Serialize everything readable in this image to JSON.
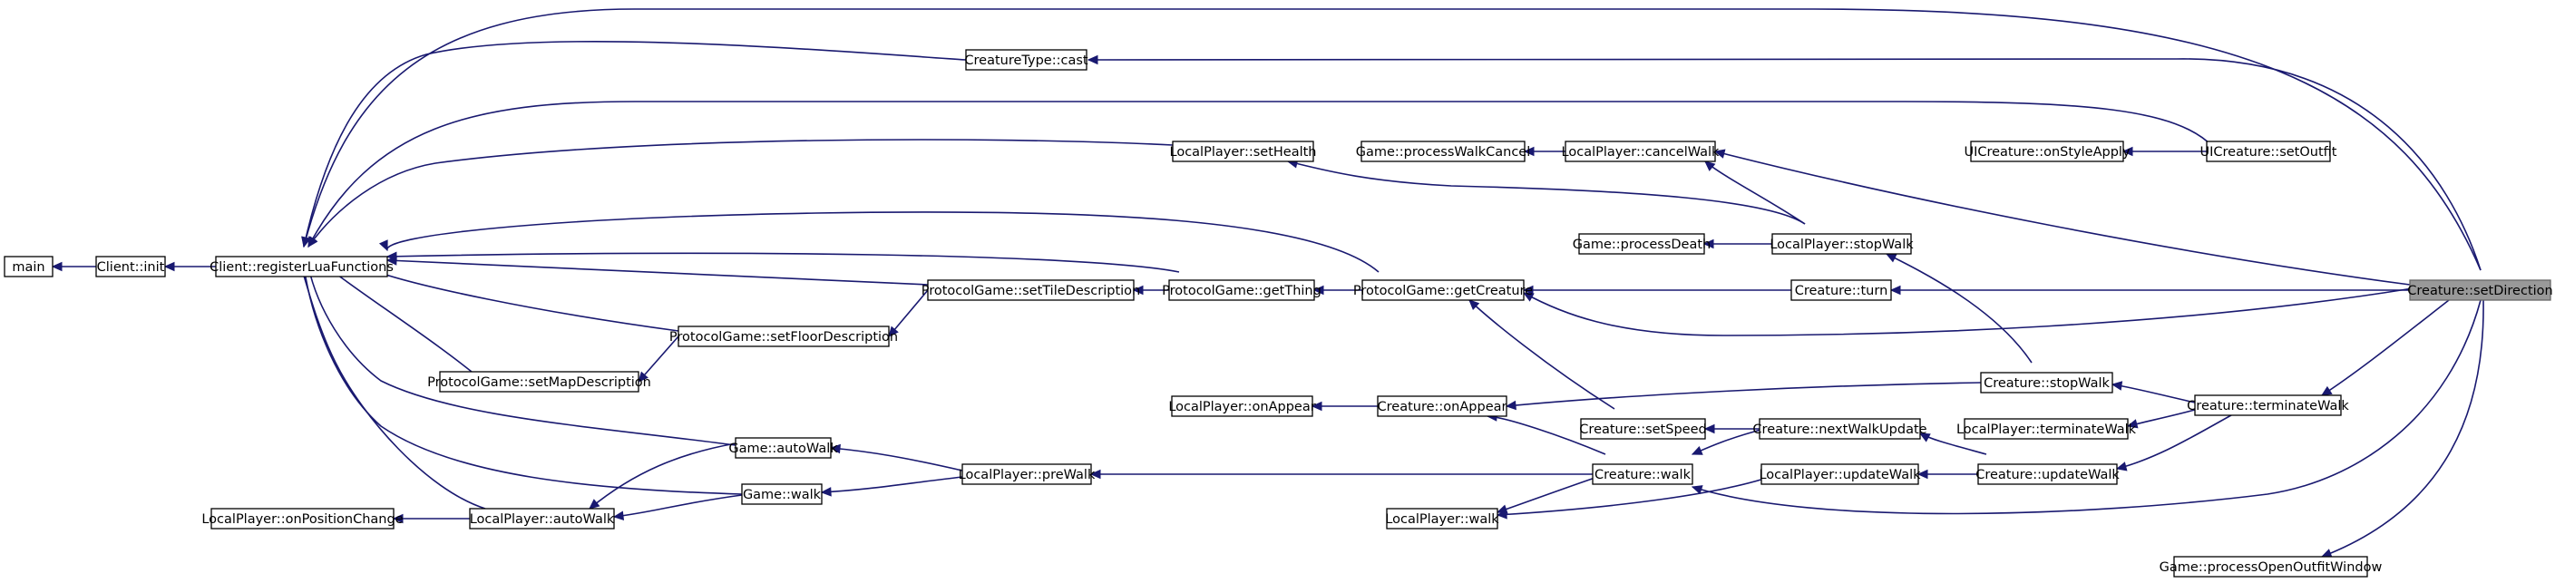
{
  "target_node": "Creature::setDirection",
  "nodes": [
    {
      "id": "main",
      "label": "main"
    },
    {
      "id": "client_init",
      "label": "Client::init"
    },
    {
      "id": "client_register",
      "label": "Client::registerLuaFunctions"
    },
    {
      "id": "creaturetype_cast",
      "label": "CreatureType::cast"
    },
    {
      "id": "lp_sethealth",
      "label": "LocalPlayer::setHealth"
    },
    {
      "id": "pg_settiledesc",
      "label": "ProtocolGame::setTileDescription"
    },
    {
      "id": "pg_setfloordesc",
      "label": "ProtocolGame::setFloorDescription"
    },
    {
      "id": "pg_setmapdesc",
      "label": "ProtocolGame::setMapDescription"
    },
    {
      "id": "game_autowalk",
      "label": "Game::autoWalk"
    },
    {
      "id": "game_walk",
      "label": "Game::walk"
    },
    {
      "id": "lp_onposchange",
      "label": "LocalPlayer::onPositionChange"
    },
    {
      "id": "lp_autowalk",
      "label": "LocalPlayer::autoWalk"
    },
    {
      "id": "pg_getthing",
      "label": "ProtocolGame::getThing"
    },
    {
      "id": "lp_prewalk",
      "label": "LocalPlayer::preWalk"
    },
    {
      "id": "game_procwalkcancel",
      "label": "Game::processWalkCancel"
    },
    {
      "id": "pg_getcreature",
      "label": "ProtocolGame::getCreature"
    },
    {
      "id": "lp_onappear",
      "label": "LocalPlayer::onAppear"
    },
    {
      "id": "lp_walk",
      "label": "LocalPlayer::walk"
    },
    {
      "id": "lp_cancelwalk",
      "label": "LocalPlayer::cancelWalk"
    },
    {
      "id": "game_procdeath",
      "label": "Game::processDeath"
    },
    {
      "id": "c_onappear",
      "label": "Creature::onAppear"
    },
    {
      "id": "lp_stopwalk",
      "label": "LocalPlayer::stopWalk"
    },
    {
      "id": "c_turn",
      "label": "Creature::turn"
    },
    {
      "id": "c_setspeed",
      "label": "Creature::setSpeed"
    },
    {
      "id": "c_walk",
      "label": "Creature::walk"
    },
    {
      "id": "c_nextwalkupdate",
      "label": "Creature::nextWalkUpdate"
    },
    {
      "id": "lp_updatewalk",
      "label": "LocalPlayer::updateWalk"
    },
    {
      "id": "uic_onstyleapply",
      "label": "UICreature::onStyleApply"
    },
    {
      "id": "c_stopwalk",
      "label": "Creature::stopWalk"
    },
    {
      "id": "lp_terminatewalk",
      "label": "LocalPlayer::terminateWalk"
    },
    {
      "id": "c_updatewalk",
      "label": "Creature::updateWalk"
    },
    {
      "id": "uic_setoutfit",
      "label": "UICreature::setOutfit"
    },
    {
      "id": "c_terminatewalk",
      "label": "Creature::terminateWalk"
    },
    {
      "id": "game_procopenoutfit",
      "label": "Game::processOpenOutfitWindow"
    },
    {
      "id": "c_setdirection",
      "label": "Creature::setDirection"
    }
  ],
  "edges": [
    [
      "client_init",
      "main"
    ],
    [
      "client_register",
      "client_init"
    ],
    [
      "creaturetype_cast",
      "client_register"
    ],
    [
      "lp_sethealth",
      "client_register"
    ],
    [
      "pg_settiledesc",
      "client_register"
    ],
    [
      "pg_setfloordesc",
      "client_register"
    ],
    [
      "pg_setmapdesc",
      "client_register"
    ],
    [
      "game_autowalk",
      "client_register"
    ],
    [
      "game_walk",
      "client_register"
    ],
    [
      "lp_autowalk",
      "client_register"
    ],
    [
      "pg_getthing",
      "client_register"
    ],
    [
      "pg_getcreature",
      "client_register"
    ],
    [
      "uic_setoutfit",
      "client_register"
    ],
    [
      "c_setdirection",
      "client_register"
    ],
    [
      "lp_autowalk",
      "lp_onposchange"
    ],
    [
      "game_autowalk",
      "lp_autowalk"
    ],
    [
      "game_walk",
      "lp_autowalk"
    ],
    [
      "pg_setfloordesc",
      "pg_setmapdesc"
    ],
    [
      "pg_settiledesc",
      "pg_setfloordesc"
    ],
    [
      "pg_getthing",
      "pg_settiledesc"
    ],
    [
      "pg_getcreature",
      "pg_getthing"
    ],
    [
      "lp_prewalk",
      "game_autowalk"
    ],
    [
      "lp_prewalk",
      "game_walk"
    ],
    [
      "c_walk",
      "lp_prewalk"
    ],
    [
      "lp_cancelwalk",
      "game_procwalkcancel"
    ],
    [
      "lp_stopwalk",
      "lp_sethealth"
    ],
    [
      "lp_stopwalk",
      "lp_cancelwalk"
    ],
    [
      "lp_stopwalk",
      "game_procdeath"
    ],
    [
      "c_turn",
      "pg_getcreature"
    ],
    [
      "c_setspeed",
      "pg_getcreature"
    ],
    [
      "c_onappear",
      "lp_onappear"
    ],
    [
      "c_walk",
      "c_onappear"
    ],
    [
      "c_walk",
      "lp_walk"
    ],
    [
      "c_stopwalk",
      "lp_stopwalk"
    ],
    [
      "c_stopwalk",
      "c_onappear"
    ],
    [
      "c_nextwalkupdate",
      "c_setspeed"
    ],
    [
      "c_nextwalkupdate",
      "c_walk"
    ],
    [
      "lp_updatewalk",
      "lp_walk"
    ],
    [
      "c_updatewalk",
      "lp_updatewalk"
    ],
    [
      "c_updatewalk",
      "c_nextwalkupdate"
    ],
    [
      "uic_setoutfit",
      "uic_onstyleapply"
    ],
    [
      "c_terminatewalk",
      "c_stopwalk"
    ],
    [
      "c_terminatewalk",
      "lp_terminatewalk"
    ],
    [
      "c_terminatewalk",
      "c_updatewalk"
    ],
    [
      "c_setdirection",
      "creaturetype_cast"
    ],
    [
      "c_setdirection",
      "lp_cancelwalk"
    ],
    [
      "c_setdirection",
      "c_turn"
    ],
    [
      "c_setdirection",
      "pg_getcreature"
    ],
    [
      "c_setdirection",
      "c_terminatewalk"
    ],
    [
      "c_setdirection",
      "c_walk"
    ],
    [
      "c_setdirection",
      "game_procopenoutfit"
    ]
  ],
  "colors": {
    "edge": "#191970",
    "node_fill": "#ffffff",
    "node_border": "#000000",
    "target_fill": "#999999",
    "target_border": "#666666"
  }
}
